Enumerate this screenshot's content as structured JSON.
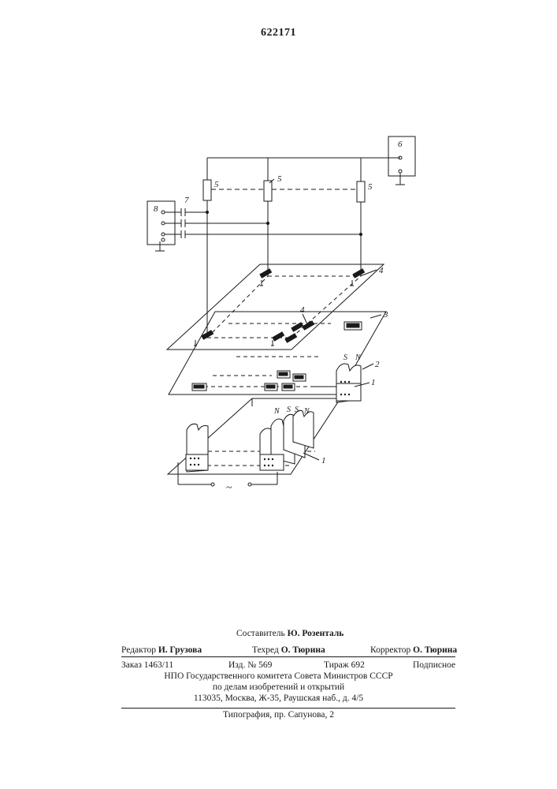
{
  "document": {
    "patent_number": "622171"
  },
  "figure": {
    "labels": {
      "generator_6": "6",
      "generator_8": "8",
      "capacitor_7": "7",
      "resistor_5a": "5",
      "resistor_5b": "5",
      "resistor_5c": "5",
      "plate_4a": "4",
      "plate_4b": "4",
      "plate_3": "3",
      "magnet_2": "2",
      "block_1a": "1",
      "block_1b": "1",
      "pole_s1": "S",
      "pole_n1": "N",
      "pole_n2": "N",
      "pole_s2": "S",
      "pole_s3": "S",
      "pole_n3": "N",
      "ac_symbol": "~"
    }
  },
  "imprint": {
    "compiler_label": "Составитель",
    "compiler_name": "Ю. Розенталь",
    "editor_label": "Редактор",
    "editor_name": "И. Грузова",
    "techred_label": "Техред",
    "techred_name": "О. Тюрина",
    "corrector_label": "Корректор",
    "corrector_name": "О. Тюрина",
    "order": "Заказ 1463/11",
    "edition_no": "Изд. № 569",
    "circulation": "Тираж 692",
    "subscription": "Подписное",
    "org_line1": "НПО Государственного комитета Совета Министров СССР",
    "org_line2": "по делам изобретений и открытий",
    "org_address": "113035, Москва, Ж-35, Раушская наб., д. 4/5",
    "printer": "Типография, пр. Сапунова, 2"
  }
}
